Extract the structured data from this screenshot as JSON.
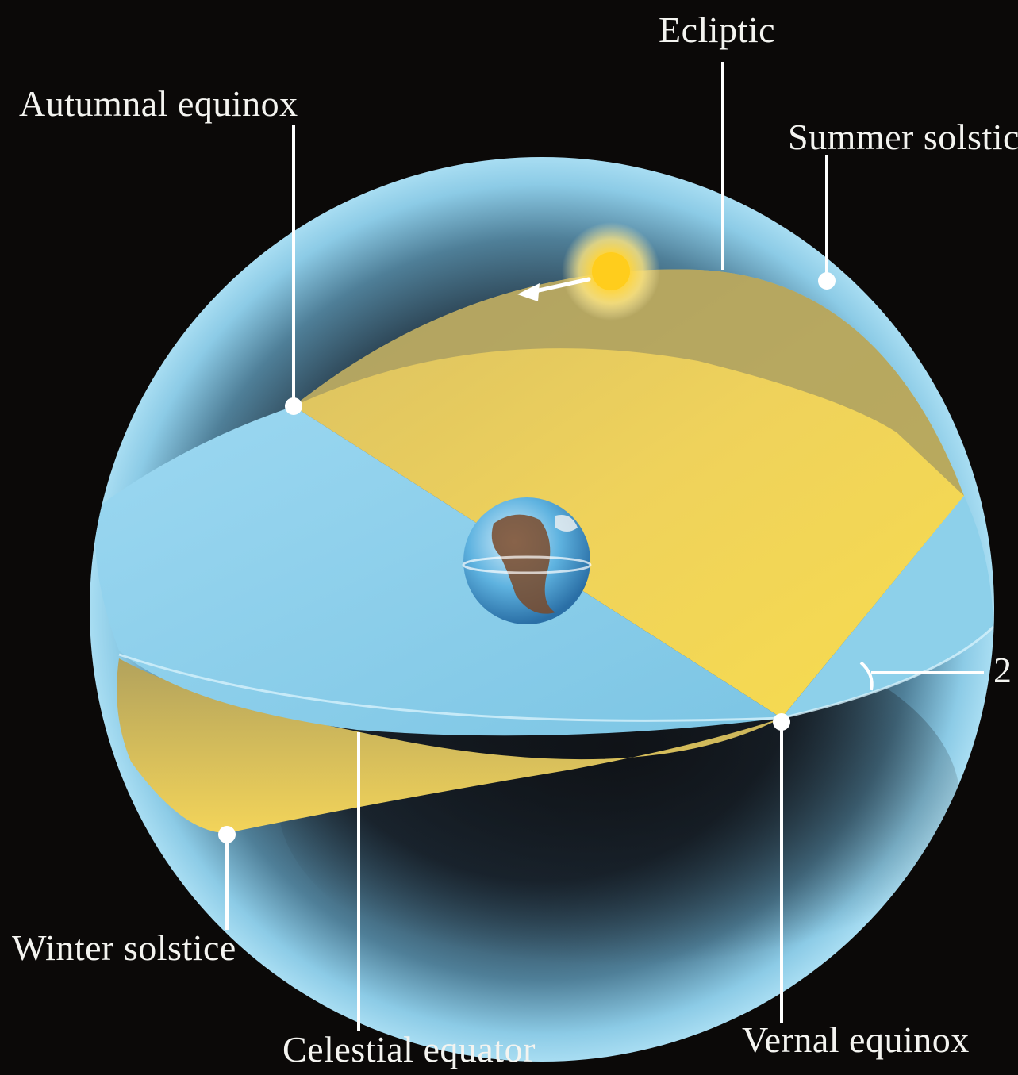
{
  "labels": {
    "ecliptic": "Ecliptic",
    "autumnal_equinox": "Autumnal equinox",
    "summer_solstice": "Summer solstic",
    "winter_solstice": "Winter solstice",
    "celestial_equator": "Celestial equator",
    "vernal_equinox": "Vernal equinox",
    "angle": "2"
  },
  "colors": {
    "background": "#0b0908",
    "celestial_sphere": "#8fd0f0",
    "ecliptic_plane": "#f2d35a",
    "equator_plane": "#86cde9",
    "sun": "#ffd23a",
    "leader_lines": "#ffffff"
  },
  "icons": [
    "sun-icon",
    "earth-icon"
  ]
}
